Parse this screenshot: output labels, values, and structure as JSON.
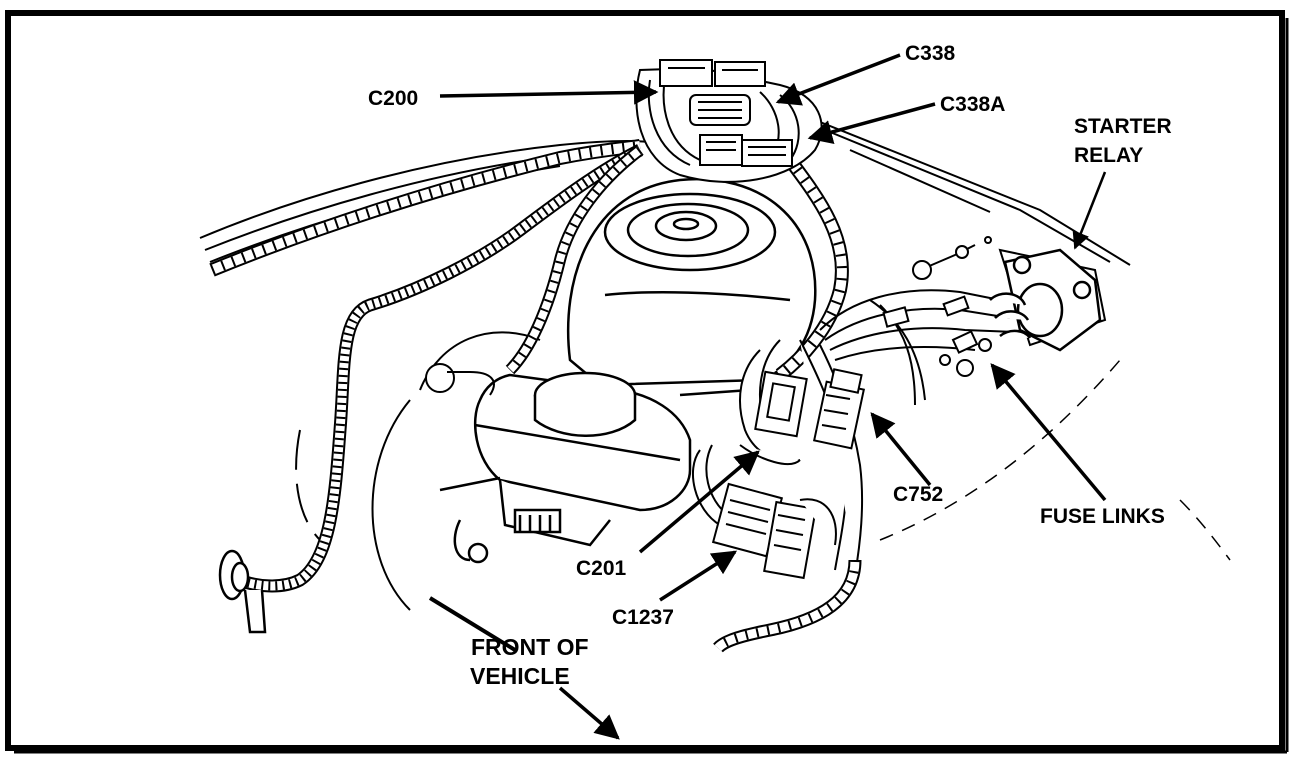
{
  "labels": {
    "c200": "C200",
    "c338": "C338",
    "c338a": "C338A",
    "starter_relay_line1": "STARTER",
    "starter_relay_line2": "RELAY",
    "c201": "C201",
    "c1237": "C1237",
    "c752": "C752",
    "fuse_links": "FUSE LINKS",
    "front_line1": "FRONT OF",
    "front_line2": "VEHICLE"
  },
  "colors": {
    "ink": "#000000",
    "paper": "#ffffff"
  }
}
